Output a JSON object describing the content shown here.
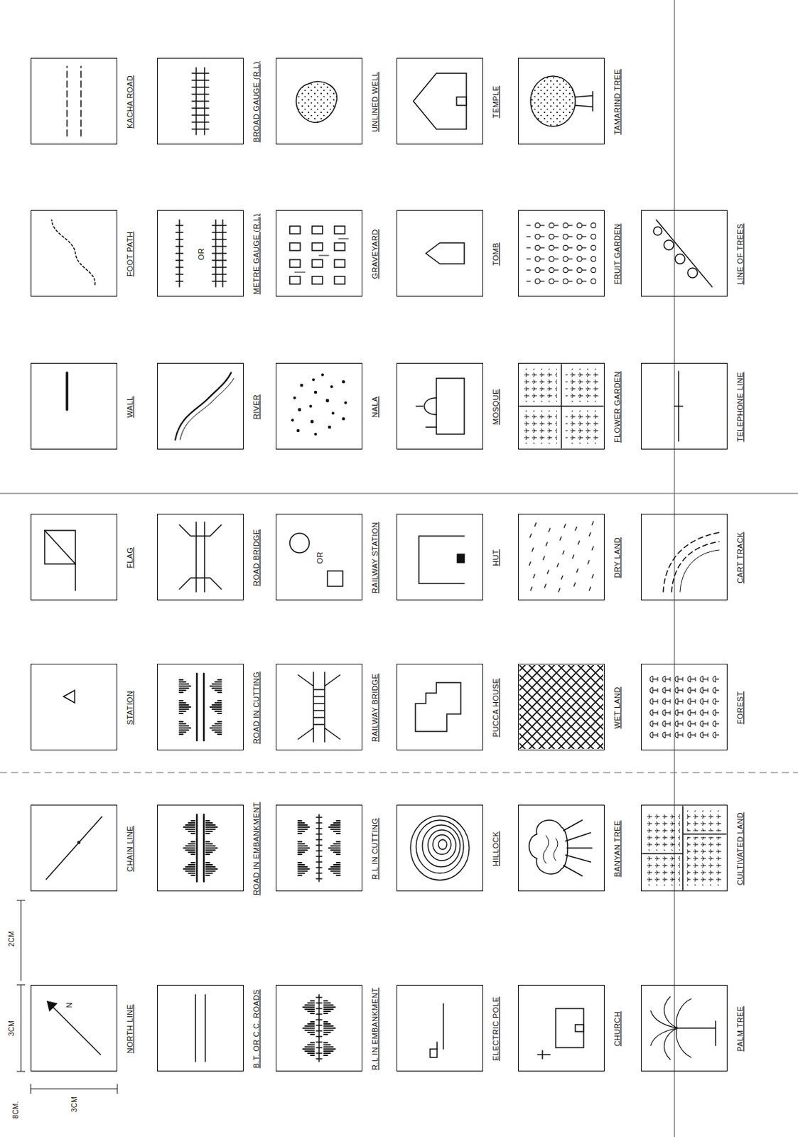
{
  "diagram": {
    "nodes": [
      {
        "text": [
          "NORTH LINE",
          "N"
        ]
      },
      {
        "text": [
          "CHAIN LINE"
        ]
      },
      {
        "text": [
          "STATION"
        ]
      },
      {
        "text": [
          "FLAG"
        ]
      },
      {
        "text": [
          "WALL"
        ]
      },
      {
        "text": [
          "FOOT PATH"
        ]
      },
      {
        "text": [
          "KACHA ROAD"
        ]
      },
      {
        "text": [
          "B.T. OR C.C. ROADS"
        ]
      },
      {
        "text": [
          "ROAD IN EMBANKMENT"
        ]
      },
      {
        "text": [
          "ROAD IN CUTTING"
        ]
      },
      {
        "text": [
          "ROAD BRIDGE"
        ]
      },
      {
        "text": [
          "RIVER"
        ]
      },
      {
        "text": [
          "METRE GAUGE (R.L)",
          "OR"
        ]
      },
      {
        "text": [
          "BROAD GAUGE (R.L)"
        ]
      },
      {
        "text": [
          "R.L IN EMBANKMENT"
        ]
      },
      {
        "text": [
          "R.L IN CUTTING"
        ]
      },
      {
        "text": [
          "RAILWAY BRIDGE"
        ]
      },
      {
        "text": [
          "RAILWAY STATION",
          "OR"
        ]
      },
      {
        "text": [
          "NALA"
        ]
      },
      {
        "text": [
          "GRAVEYARD"
        ]
      },
      {
        "text": [
          "UNLINED WELL"
        ]
      },
      {
        "text": [
          "ELECTRIC POLE"
        ]
      },
      {
        "text": [
          "HILLOCK"
        ]
      },
      {
        "text": [
          "PUCCA HOUSE"
        ]
      },
      {
        "text": [
          "HUT"
        ]
      },
      {
        "text": [
          "MOSQUE"
        ]
      },
      {
        "text": [
          "TOMB"
        ]
      },
      {
        "text": [
          "TEMPLE"
        ]
      },
      {
        "text": [
          "CHURCH"
        ]
      },
      {
        "text": [
          "BANYAN TREE"
        ]
      },
      {
        "text": [
          "WET LAND"
        ]
      },
      {
        "text": [
          "DRY LAND"
        ]
      },
      {
        "text": [
          "FLOWER GARDEN"
        ]
      },
      {
        "text": [
          "FRUIT GARDEN"
        ]
      },
      {
        "text": [
          "TAMARIND TREE"
        ]
      },
      {
        "text": [
          "PALM TREE"
        ]
      },
      {
        "text": [
          "CULTIVATED LAND"
        ]
      },
      {
        "text": [
          "FOREST"
        ]
      },
      {
        "text": [
          "CART TRACK"
        ]
      },
      {
        "text": [
          "TELEPHONE LINE"
        ]
      },
      {
        "text": [
          "LINE OF TREES"
        ]
      }
    ],
    "labels": [
      "8CM.",
      "3CM",
      "3CM",
      "2CM"
    ]
  }
}
